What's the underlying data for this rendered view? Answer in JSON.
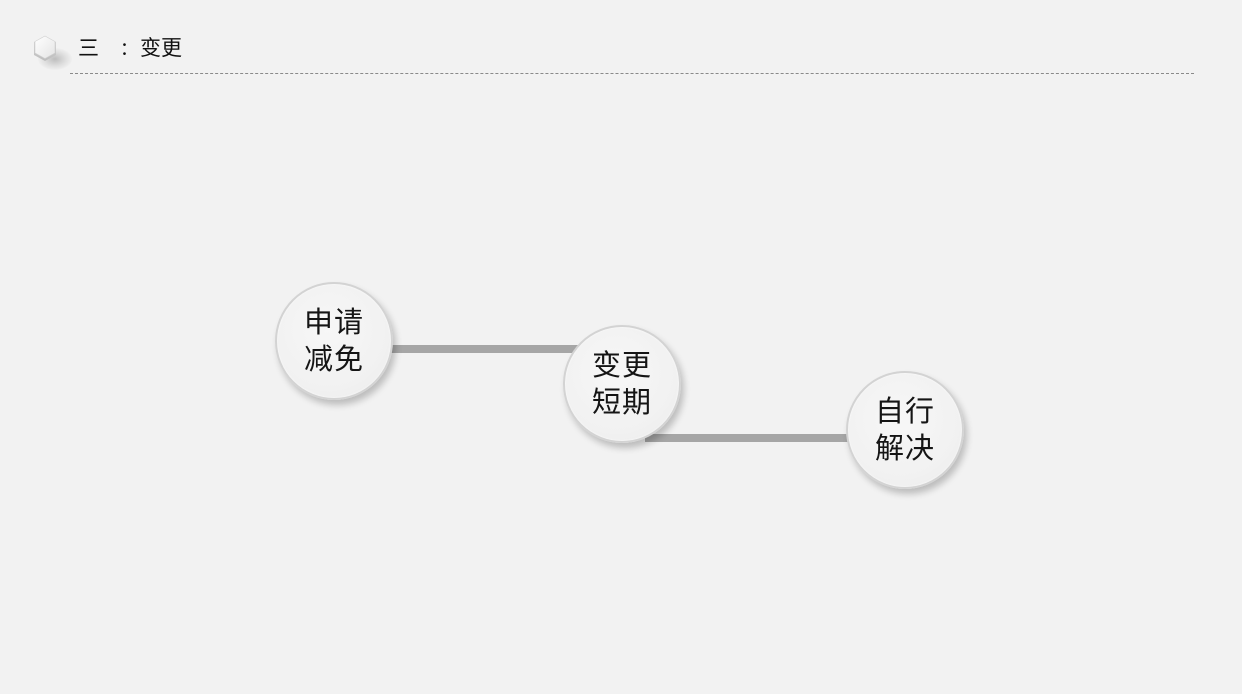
{
  "header": {
    "section_number": "三",
    "separator": "：",
    "title": "变更"
  },
  "nodes": [
    {
      "line1": "申请",
      "line2": "减免"
    },
    {
      "line1": "变更",
      "line2": "短期"
    },
    {
      "line1": "自行",
      "line2": "解决"
    }
  ],
  "colors": {
    "background": "#f2f2f2",
    "connector": "#a6a6a6",
    "node_fill": "#f1f1f1",
    "node_border": "#d3d3d3",
    "divider": "#8a8a8a"
  },
  "icons": {
    "header_bullet": "hexagon-icon"
  }
}
